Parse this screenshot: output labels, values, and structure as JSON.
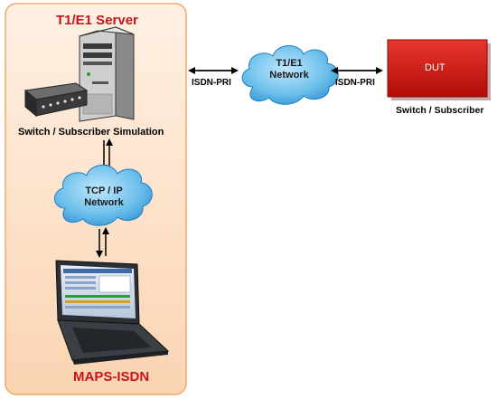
{
  "server_panel": {
    "title": "T1/E1 Server",
    "server_caption": "Switch / Subscriber Simulation"
  },
  "tcp_cloud": {
    "line1": "TCP / IP",
    "line2": "Network"
  },
  "client": {
    "title": "MAPS-ISDN"
  },
  "t1e1_cloud": {
    "line1": "T1/E1",
    "line2": "Network"
  },
  "links": {
    "left_label": "ISDN-PRI",
    "right_label": "ISDN-PRI"
  },
  "dut": {
    "label": "DUT",
    "caption": "Switch / Subscriber"
  },
  "colors": {
    "panel_fill": "#fde3cc",
    "panel_border": "#f0a868",
    "title_red": "#c8141a",
    "cloud_blue": "#4aa9e0",
    "dut_red": "#c8140e"
  }
}
